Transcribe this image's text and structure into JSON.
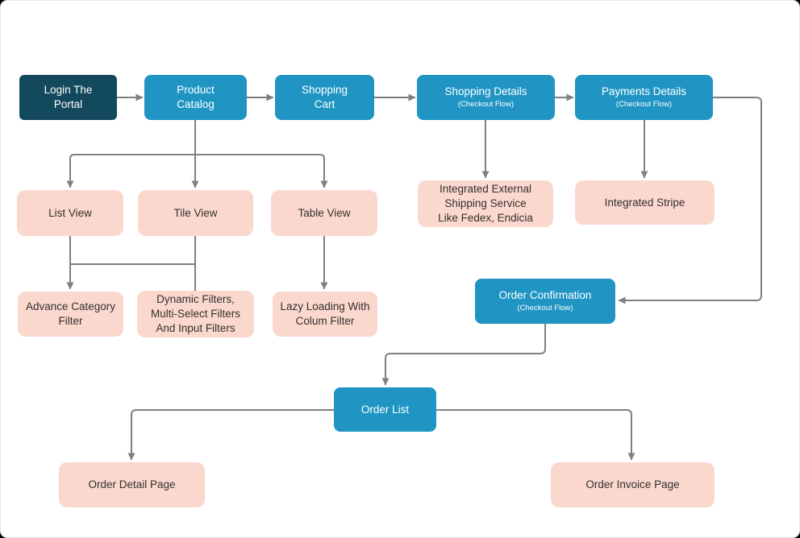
{
  "diagram": {
    "type": "flowchart",
    "colors": {
      "primary_blue": "#2095C4",
      "dark_navy": "#13495C",
      "pink": "#FBD8CE",
      "line_gray": "#808080",
      "text_on_blue": "#FFFFFF",
      "text_on_pink": "#33302D",
      "canvas_bg": "#FFFFFF",
      "canvas_border": "#E7E7E7"
    },
    "nodes": {
      "login_portal": {
        "label": "Login The\nPortal",
        "type": "dark"
      },
      "product_catalog": {
        "label": "Product\nCatalog",
        "type": "primary"
      },
      "shopping_cart": {
        "label": "Shopping\nCart",
        "type": "primary"
      },
      "shopping_details": {
        "label": "Shopping Details",
        "sublabel": "(Checkout Flow)",
        "type": "primary"
      },
      "payments_details": {
        "label": "Payments Details",
        "sublabel": "(Checkout Flow)",
        "type": "primary"
      },
      "list_view": {
        "label": "List View",
        "type": "pink"
      },
      "tile_view": {
        "label": "Tile View",
        "type": "pink"
      },
      "table_view": {
        "label": "Table View",
        "type": "pink"
      },
      "integrated_shipping": {
        "label": "Integrated External\nShipping Service\nLike Fedex, Endicia",
        "type": "pink"
      },
      "integrated_stripe": {
        "label": "Integrated Stripe",
        "type": "pink"
      },
      "advance_category_filter": {
        "label": "Advance Category\nFilter",
        "type": "pink"
      },
      "dynamic_filters": {
        "label": "Dynamic Filters,\nMulti-Select Filters\nAnd Input Filters",
        "type": "pink"
      },
      "lazy_loading": {
        "label": "Lazy Loading With\nColum Filter",
        "type": "pink"
      },
      "order_confirmation": {
        "label": "Order Confirmation",
        "sublabel": "(Checkout Flow)",
        "type": "primary"
      },
      "order_list": {
        "label": "Order List",
        "type": "primary"
      },
      "order_detail_page": {
        "label": "Order Detail Page",
        "type": "pink"
      },
      "order_invoice_page": {
        "label": "Order Invoice Page",
        "type": "pink"
      }
    },
    "edges": [
      {
        "from": "login_portal",
        "to": "product_catalog",
        "arrow": true
      },
      {
        "from": "product_catalog",
        "to": "shopping_cart",
        "arrow": true
      },
      {
        "from": "shopping_cart",
        "to": "shopping_details",
        "arrow": true
      },
      {
        "from": "shopping_details",
        "to": "payments_details",
        "arrow": true
      },
      {
        "from": "product_catalog",
        "to": "list_view",
        "arrow": true
      },
      {
        "from": "product_catalog",
        "to": "tile_view",
        "arrow": true
      },
      {
        "from": "product_catalog",
        "to": "table_view",
        "arrow": true
      },
      {
        "from": "list_view",
        "to": "advance_category_filter",
        "arrow": true
      },
      {
        "from": "tile_view",
        "to": "dynamic_filters",
        "arrow": false
      },
      {
        "from": "table_view",
        "to": "lazy_loading",
        "arrow": true
      },
      {
        "from": "shopping_details",
        "to": "integrated_shipping",
        "arrow": true
      },
      {
        "from": "payments_details",
        "to": "integrated_stripe",
        "arrow": true
      },
      {
        "from": "payments_details",
        "to": "order_confirmation",
        "arrow": true
      },
      {
        "from": "order_confirmation",
        "to": "order_list",
        "arrow": true
      },
      {
        "from": "order_list",
        "to": "order_detail_page",
        "arrow": true
      },
      {
        "from": "order_list",
        "to": "order_invoice_page",
        "arrow": true
      }
    ]
  }
}
